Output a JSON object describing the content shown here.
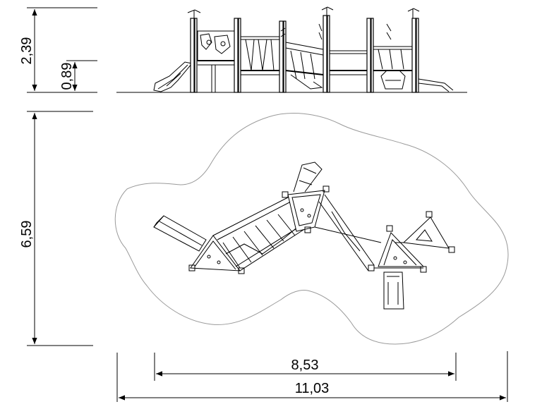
{
  "dimensions": {
    "elevation_total_height": "2,39",
    "elevation_platform_height": "0,89",
    "plan_depth": "6,59",
    "plan_inner_width": "8,53",
    "plan_outer_width": "11,03"
  },
  "colors": {
    "line": "#000000",
    "safety_zone": "#9a9a9a",
    "background": "#ffffff"
  }
}
